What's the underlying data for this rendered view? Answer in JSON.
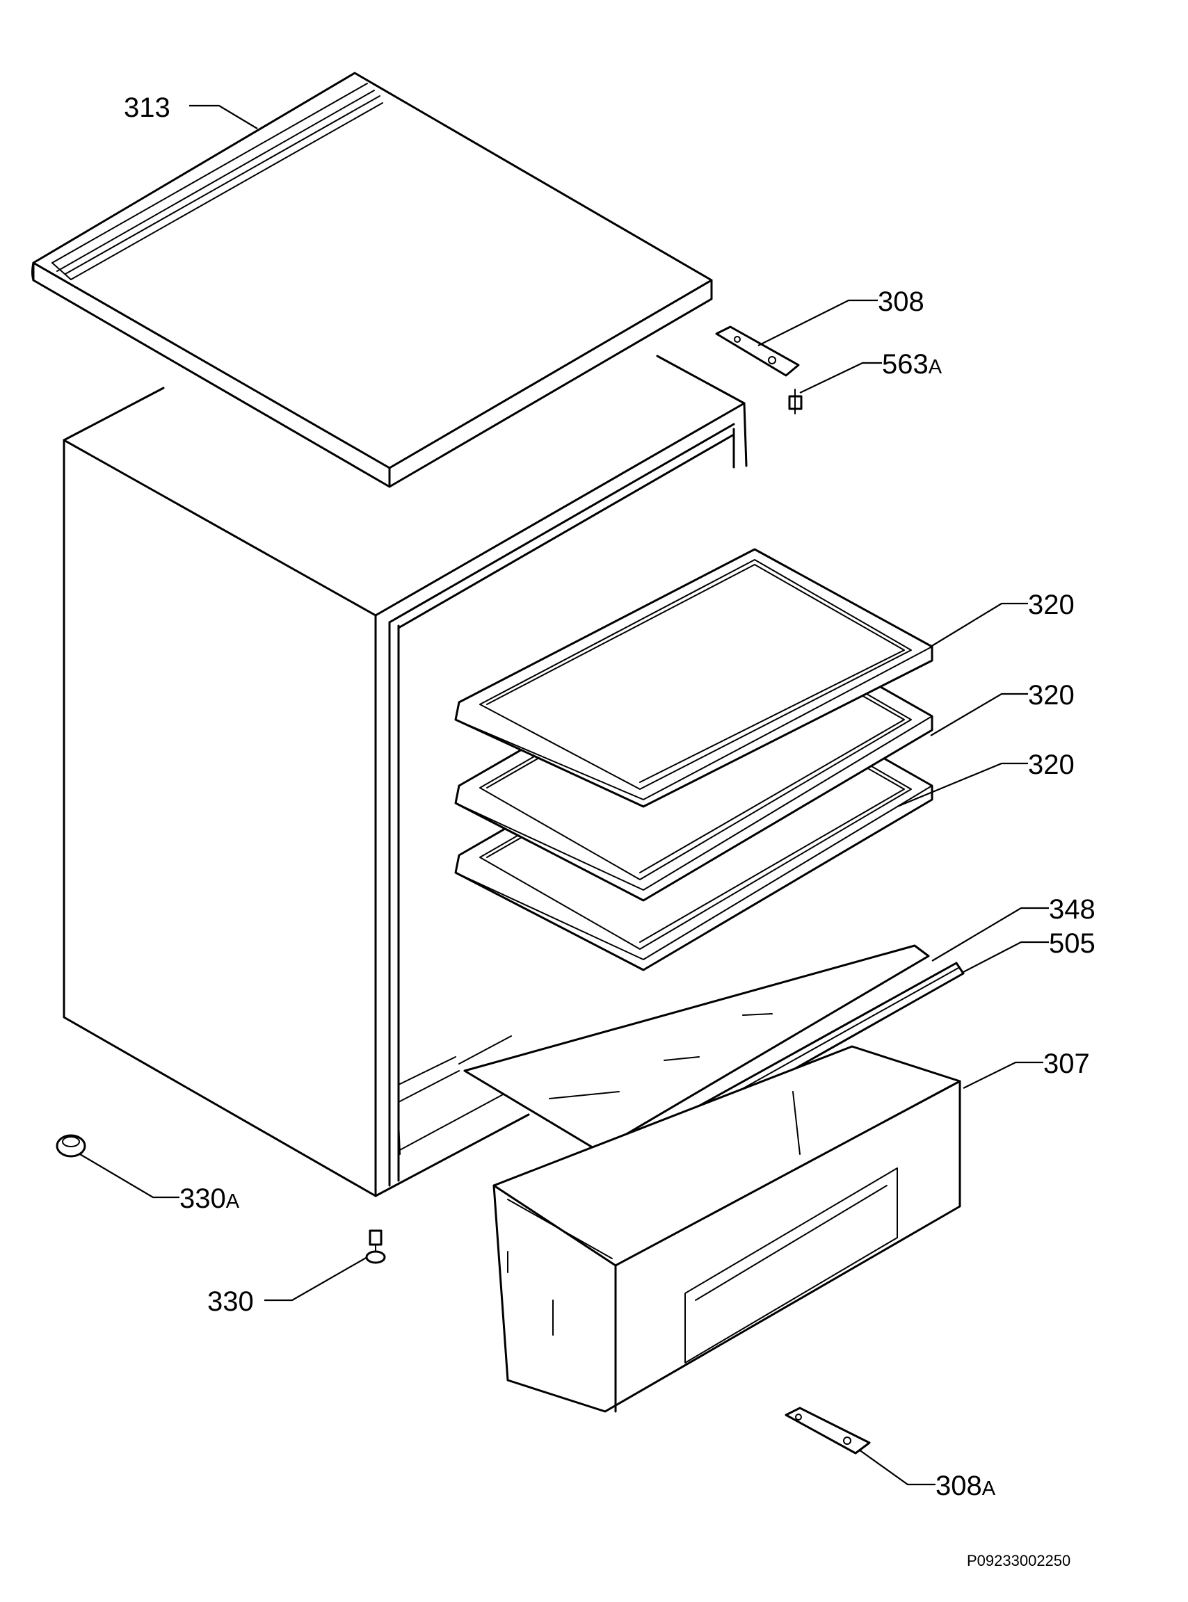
{
  "labels": {
    "p313": "313",
    "p308": "308",
    "p563": "563",
    "p563_suffix": "A",
    "p320a": "320",
    "p320b": "320",
    "p320c": "320",
    "p348": "348",
    "p505": "505",
    "p307": "307",
    "p330": "330",
    "p330a": "330",
    "p330a_suffix": "A",
    "p308a": "308",
    "p308a_suffix": "A"
  },
  "drawing_code": "P09233002250"
}
